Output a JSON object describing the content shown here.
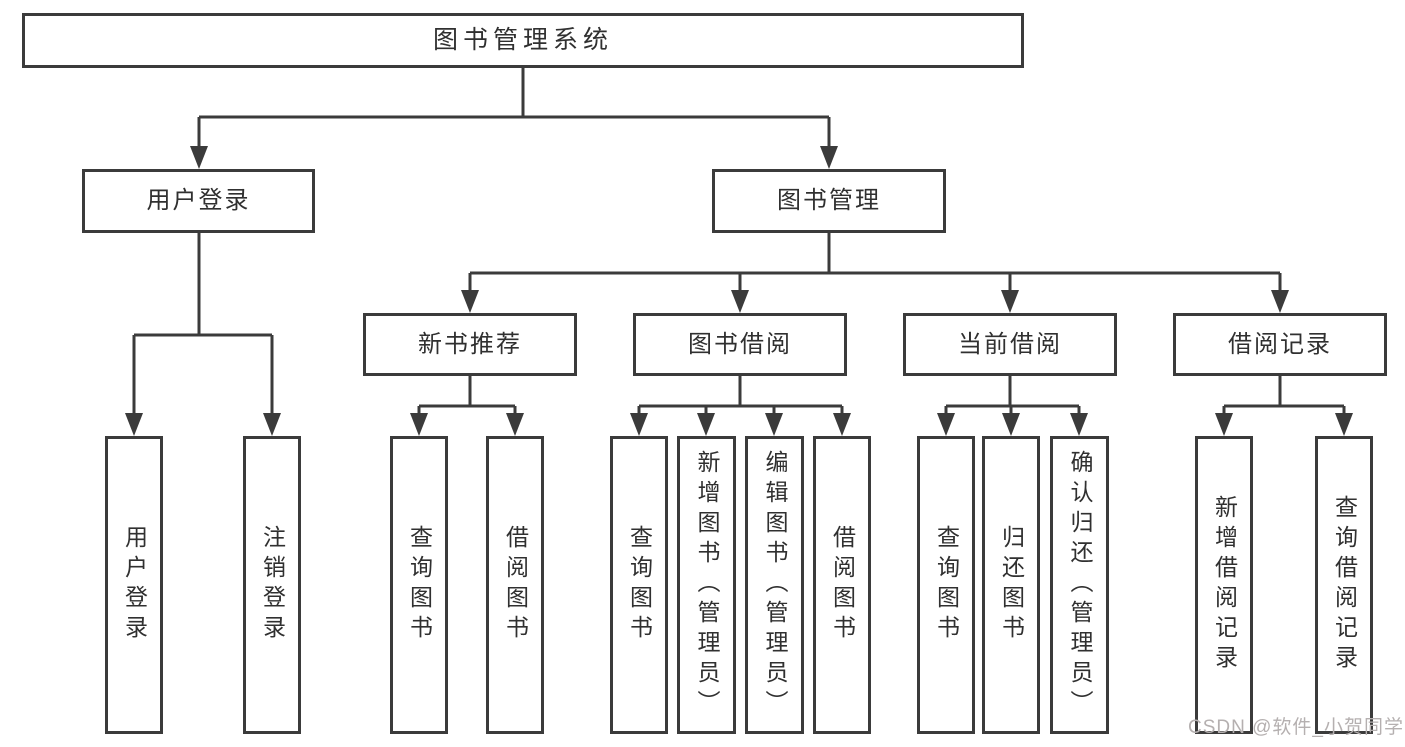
{
  "diagram": {
    "nodes": {
      "root": "图书管理系统",
      "user_login": "用户登录",
      "book_management": "图书管理",
      "new_book_recommend": "新书推荐",
      "book_borrowing": "图书借阅",
      "current_borrowing": "当前借阅",
      "borrowing_records": "借阅记录",
      "leaves": {
        "login": "用户登录",
        "logout": "注销登录",
        "recommend_query": "查询图书",
        "recommend_borrow": "借阅图书",
        "borrowing_query": "查询图书",
        "borrowing_add": "新增图书（管理员）",
        "borrowing_edit": "编辑图书（管理员）",
        "borrowing_borrow": "借阅图书",
        "current_query": "查询图书",
        "current_return": "归还图书",
        "current_confirm": "确认归还（管理员）",
        "records_add": "新增借阅记录",
        "records_query": "查询借阅记录"
      }
    },
    "colors": {
      "line": "#3b3b3b",
      "text": "#303030",
      "background": "#ffffff",
      "watermark": "#b5b0b0"
    }
  },
  "watermark": {
    "text": "CSDN @软件_小贺同学"
  }
}
